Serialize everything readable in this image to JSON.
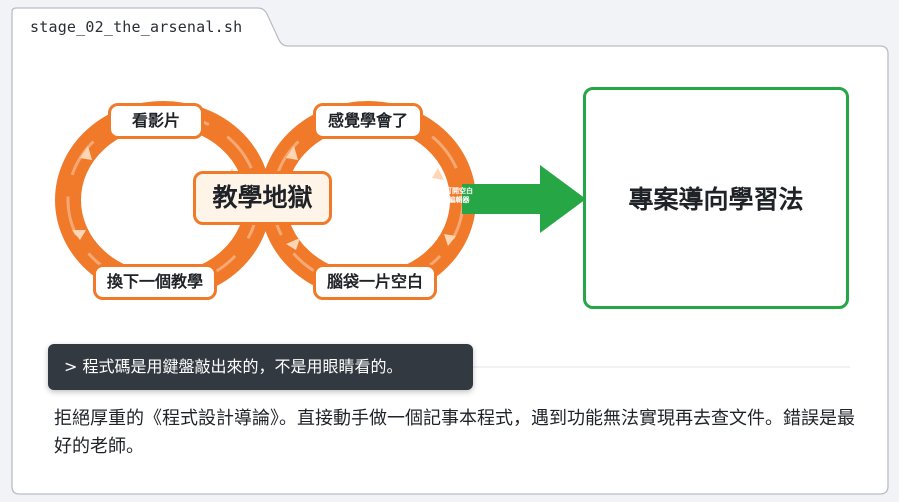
{
  "tab": {
    "title": "stage_02_the_arsenal.sh"
  },
  "diagram": {
    "center_label": "教學地獄",
    "loop_left": {
      "top": "看影片",
      "bottom": "換下一個教學"
    },
    "loop_right": {
      "top": "感覺學會了",
      "bottom": "腦袋一片空白"
    },
    "small_label_line1": "打開空白",
    "small_label_line2": "編輯器",
    "target_label": "專案導向學習法",
    "colors": {
      "orange": "#f07a2a",
      "green": "#27a646"
    }
  },
  "tooltip": {
    "text": ">  程式碼是用鍵盤敲出來的，不是用眼睛看的。"
  },
  "body": {
    "text": "拒絕厚重的《程式設計導論》。直接動手做一個記事本程式，遇到功能無法實現再去查文件。錯誤是最好的老師。"
  }
}
